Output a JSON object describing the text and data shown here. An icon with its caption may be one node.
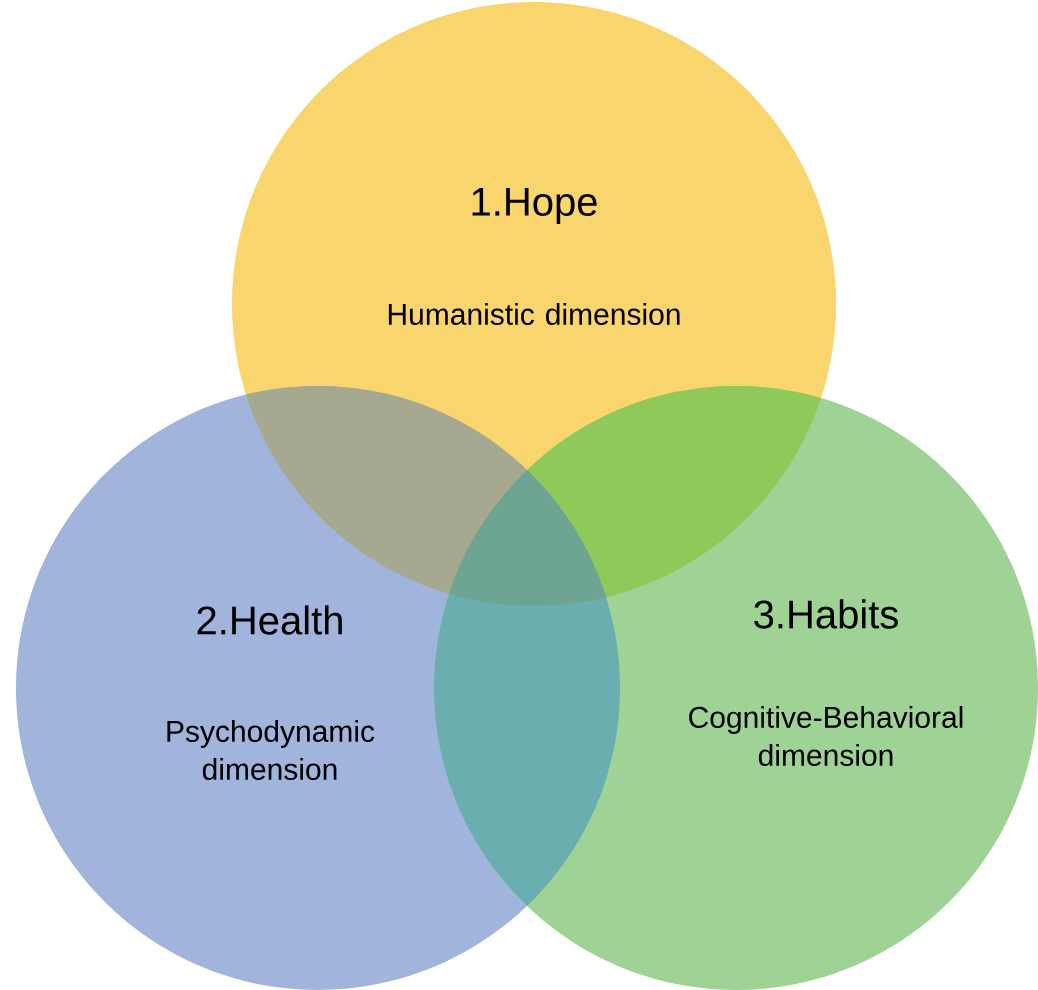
{
  "diagram": {
    "nodes": [
      {
        "text": [
          "1.Hope",
          "Humanistic dimension"
        ]
      },
      {
        "text": [
          "2.Health",
          "Psychodynamic dimension"
        ]
      },
      {
        "text": [
          "3.Habits",
          "Cognitive-Behavioral dimension"
        ]
      }
    ]
  }
}
